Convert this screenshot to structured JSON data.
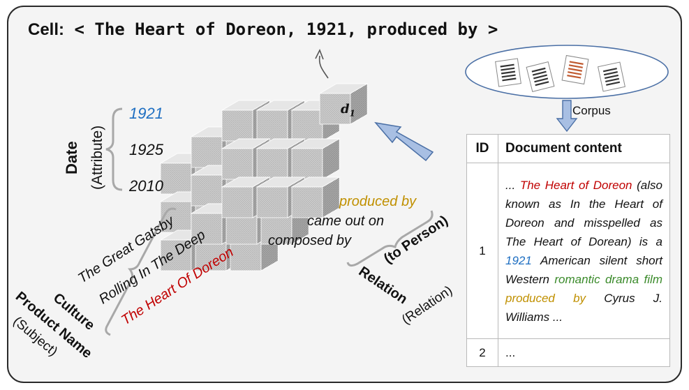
{
  "header": {
    "prefix": "Cell:",
    "tuple": "< The Heart of Doreon, 1921, produced by >"
  },
  "axes": {
    "date": {
      "title": "Date",
      "subtitle": "(Attribute)",
      "values": [
        "1921",
        "1925",
        "2010"
      ]
    },
    "product": {
      "title1": "Culture",
      "title2": "Product Name",
      "subtitle": "(Subject)",
      "values": [
        "The Great Gatsby",
        "Rolling In The Deep",
        "The Heart Of Doreon"
      ]
    },
    "relation": {
      "title1": "Relation",
      "title2": "(to Person)",
      "subtitle": "(Relation)",
      "values": [
        "produced by",
        "came out on",
        "composed by"
      ]
    }
  },
  "cell_label": {
    "base": "d",
    "sub": "1"
  },
  "corpus": {
    "label": "Corpus"
  },
  "table": {
    "headers": [
      "ID",
      "Document content"
    ],
    "rows": [
      {
        "id": "1",
        "segments": [
          {
            "text": "... ",
            "color": ""
          },
          {
            "text": "The Heart of Doreon",
            "color": "red"
          },
          {
            "text": " (also known as In the Heart of Doreon and misspelled as The Heart of Dorean) is a ",
            "color": ""
          },
          {
            "text": "1921",
            "color": "blue"
          },
          {
            "text": " American silent short Western ",
            "color": ""
          },
          {
            "text": "romantic drama film",
            "color": "green"
          },
          {
            "text": " ",
            "color": ""
          },
          {
            "text": "produced by",
            "color": "gold"
          },
          {
            "text": " Cyrus J. Williams ...",
            "color": ""
          }
        ]
      },
      {
        "id": "2",
        "segments": [
          {
            "text": "...",
            "color": ""
          }
        ]
      }
    ]
  },
  "colors": {
    "red": "#c00000",
    "blue": "#1f6fc2",
    "green": "#3a8a2a",
    "gold": "#c09000",
    "arrow": "#7a9fd4"
  }
}
